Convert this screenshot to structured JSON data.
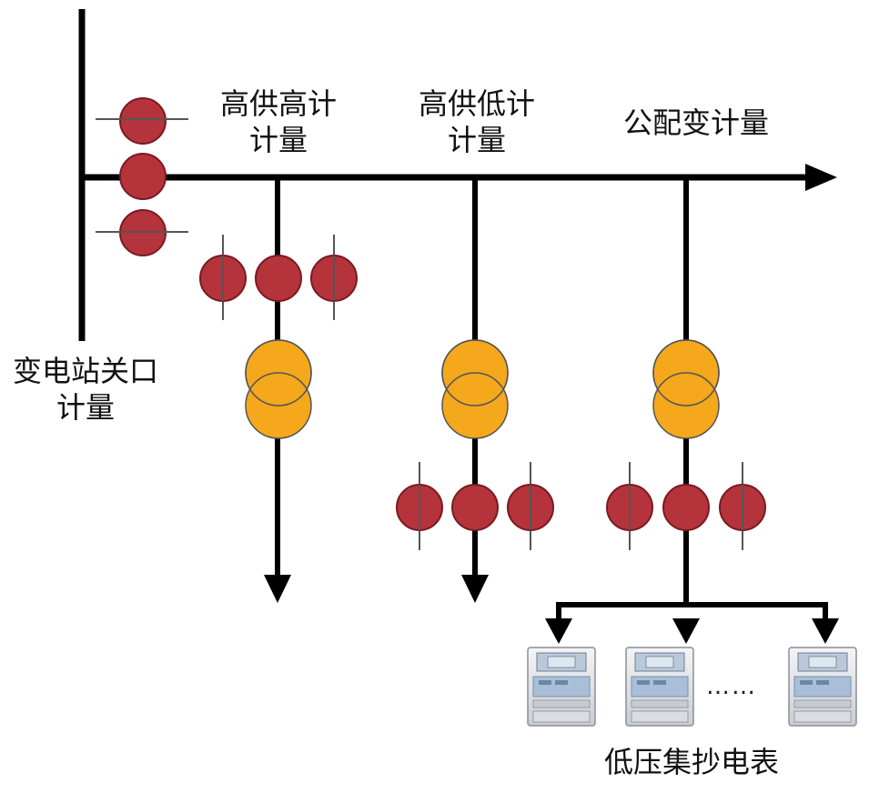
{
  "labels": {
    "substation_gateway": [
      "变电站关口",
      "计量"
    ],
    "high_supply_high_meter": [
      "高供高计",
      "计量"
    ],
    "high_supply_low_meter": [
      "高供低计",
      "计量"
    ],
    "public_transformer": "公配变计量",
    "low_voltage_meters": "低压集抄电表",
    "ellipsis": "……"
  },
  "colors": {
    "line": "#000000",
    "ct": "#B5333A",
    "ct_stroke": "#7A1A22",
    "transformer": "#F5A81C",
    "transformer_stroke": "#555555",
    "meter_body": "#E6E8EC",
    "meter_panel": "#A9BFD8"
  },
  "icons": [
    "current-transformer-icon",
    "power-transformer-icon",
    "electricity-meter-icon",
    "arrow-icon"
  ]
}
